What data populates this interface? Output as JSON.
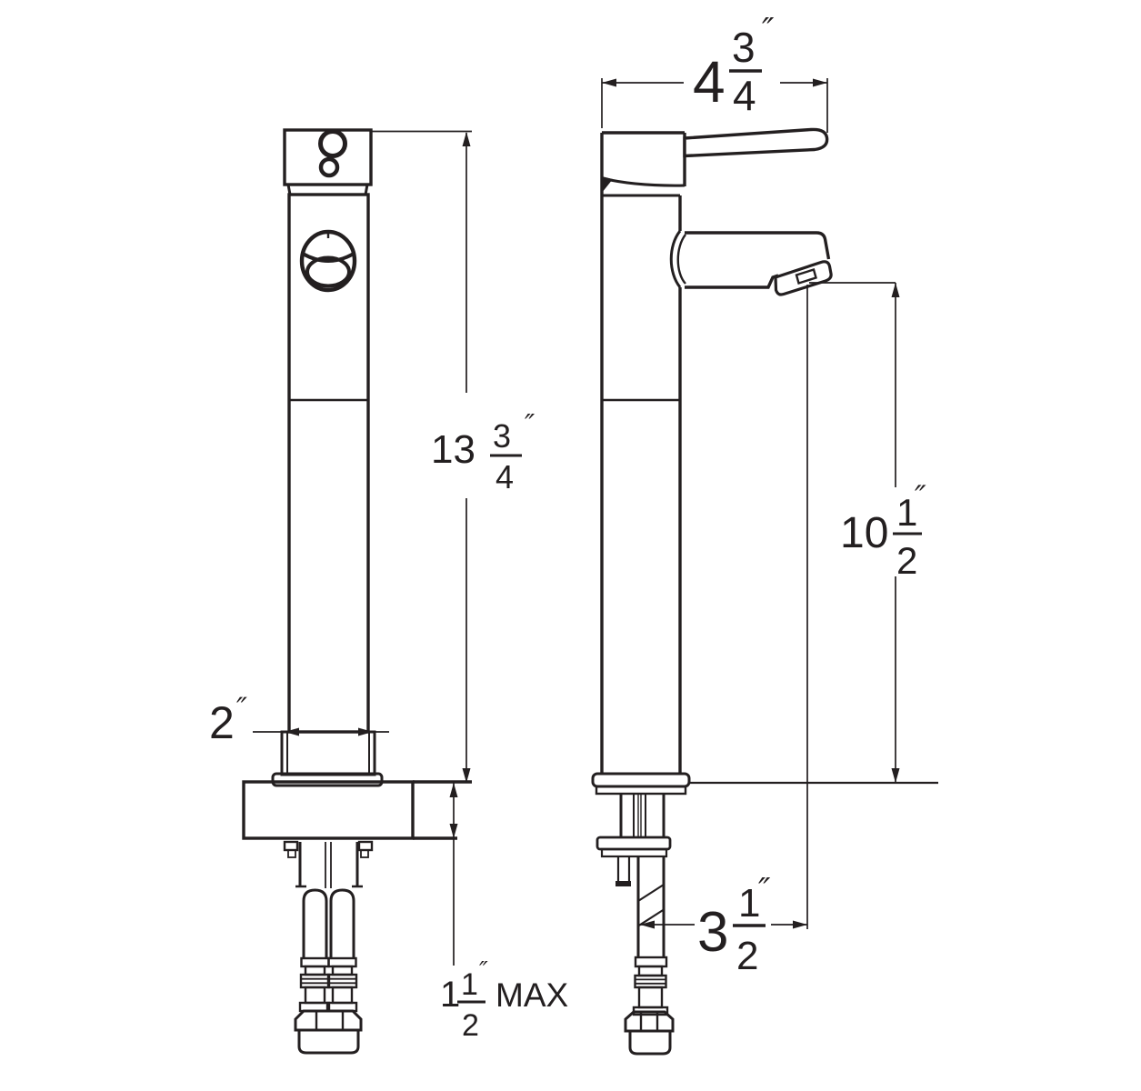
{
  "dims": {
    "spout_width": {
      "whole": "4",
      "numerator": "3",
      "denominator": "4",
      "unit": "″"
    },
    "overall_height": {
      "whole": "13",
      "numerator": "3",
      "denominator": "4",
      "unit": "″"
    },
    "spout_height": {
      "whole": "10",
      "numerator": "1",
      "denominator": "2",
      "unit": "″"
    },
    "base_width": {
      "whole": "2",
      "unit": "″"
    },
    "deck_thickness": {
      "whole": "1",
      "numerator": "1",
      "denominator": "2",
      "unit": "″",
      "suffix": "MAX"
    },
    "spout_reach": {
      "whole": "3",
      "numerator": "1",
      "denominator": "2",
      "unit": "″"
    }
  },
  "style": {
    "line_color": "#231f20",
    "background": "#ffffff"
  }
}
